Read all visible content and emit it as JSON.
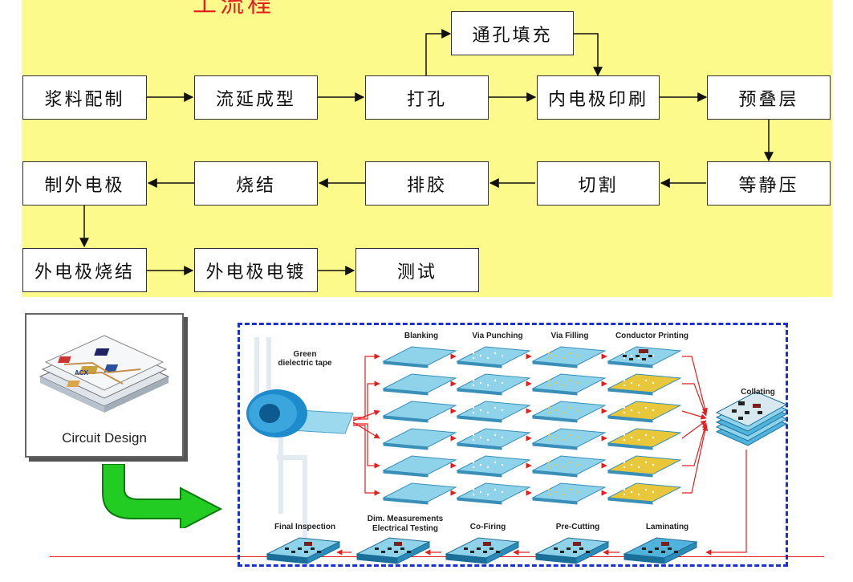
{
  "flow": {
    "title_partial": "工流程",
    "steps": {
      "s1": "浆料配制",
      "s2": "流延成型",
      "s3": "打孔",
      "s4": "通孔填充",
      "s5": "内电极印刷",
      "s6": "预叠层",
      "s7": "等静压",
      "s8": "切割",
      "s9": "排胶",
      "s10": "烧结",
      "s11": "制外电极",
      "s12": "外电极烧结",
      "s13": "外电极电镀",
      "s14": "测试"
    }
  },
  "process": {
    "circuit_design": "Circuit Design",
    "tape_label_1": "Green",
    "tape_label_2": "dielectric tape",
    "blanking": "Blanking",
    "via_punching": "Via Punching",
    "via_filling": "Via Filling",
    "conductor_printing": "Conductor Printing",
    "collating": "Collating",
    "laminating": "Laminating",
    "pre_cutting": "Pre-Cutting",
    "co_firing": "Co-Firing",
    "dim_1": "Dim. Measurements",
    "dim_2": "Electrical Testing",
    "final_inspection": "Final Inspection"
  },
  "colors": {
    "background_band": "#fdfa8c",
    "title_red": "#e32020",
    "sheet_blue": "#8fd3ea",
    "print_yellow": "#e8c83a",
    "frame_blue": "#1a2fd6",
    "arrow_red": "#e02020",
    "arrow_green": "#22cc22"
  }
}
